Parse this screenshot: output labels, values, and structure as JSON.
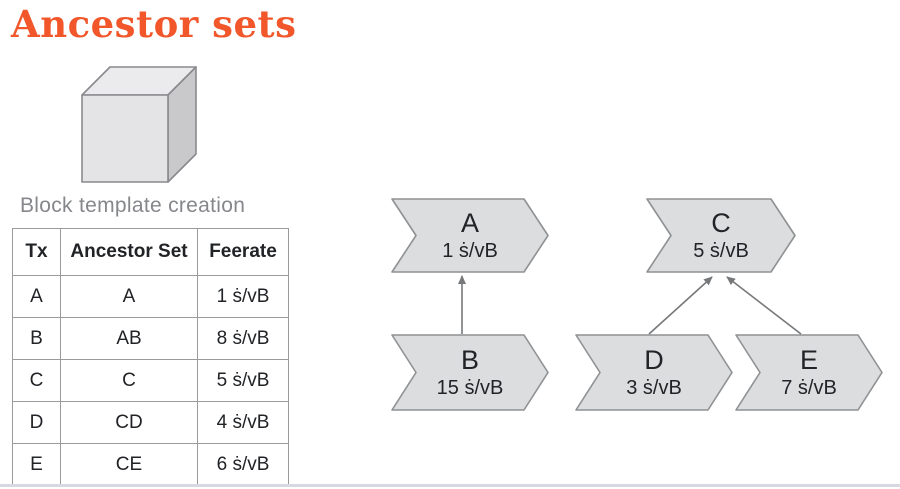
{
  "title": "Ancestor sets",
  "caption": "Block template creation",
  "table": {
    "headers": [
      "Tx",
      "Ancestor Set",
      "Feerate"
    ],
    "rows": [
      [
        "A",
        "A",
        "1 ṡ/vB"
      ],
      [
        "B",
        "AB",
        "8 ṡ/vB"
      ],
      [
        "C",
        "C",
        "5 ṡ/vB"
      ],
      [
        "D",
        "CD",
        "4 ṡ/vB"
      ],
      [
        "E",
        "CE",
        "6 ṡ/vB"
      ]
    ]
  },
  "diagram": {
    "nodes": [
      {
        "id": "A",
        "label": "A",
        "feerate": "1 ṡ/vB"
      },
      {
        "id": "B",
        "label": "B",
        "feerate": "15 ṡ/vB"
      },
      {
        "id": "C",
        "label": "C",
        "feerate": "5 ṡ/vB"
      },
      {
        "id": "D",
        "label": "D",
        "feerate": "3 ṡ/vB"
      },
      {
        "id": "E",
        "label": "E",
        "feerate": "7 ṡ/vB"
      }
    ],
    "edges": [
      {
        "from": "B",
        "to": "A"
      },
      {
        "from": "D",
        "to": "C"
      },
      {
        "from": "E",
        "to": "C"
      }
    ]
  },
  "icons": [
    {
      "name": "block-cube-icon",
      "meaning": "block / 3D cube"
    }
  ],
  "colors": {
    "accent": "#F1572B",
    "text": "#212326",
    "caption_text": "#85878B",
    "node_fill": "#DCDDDE",
    "node_stroke": "#8F9193",
    "arrow": "#77787A",
    "cube_front": "#E4E4E6",
    "cube_top": "#EBEBED",
    "cube_side": "#C9C9CB",
    "cube_stroke": "#8A8A8E",
    "table_border": "#9B9B9B",
    "divider": "#D6DAE0"
  }
}
